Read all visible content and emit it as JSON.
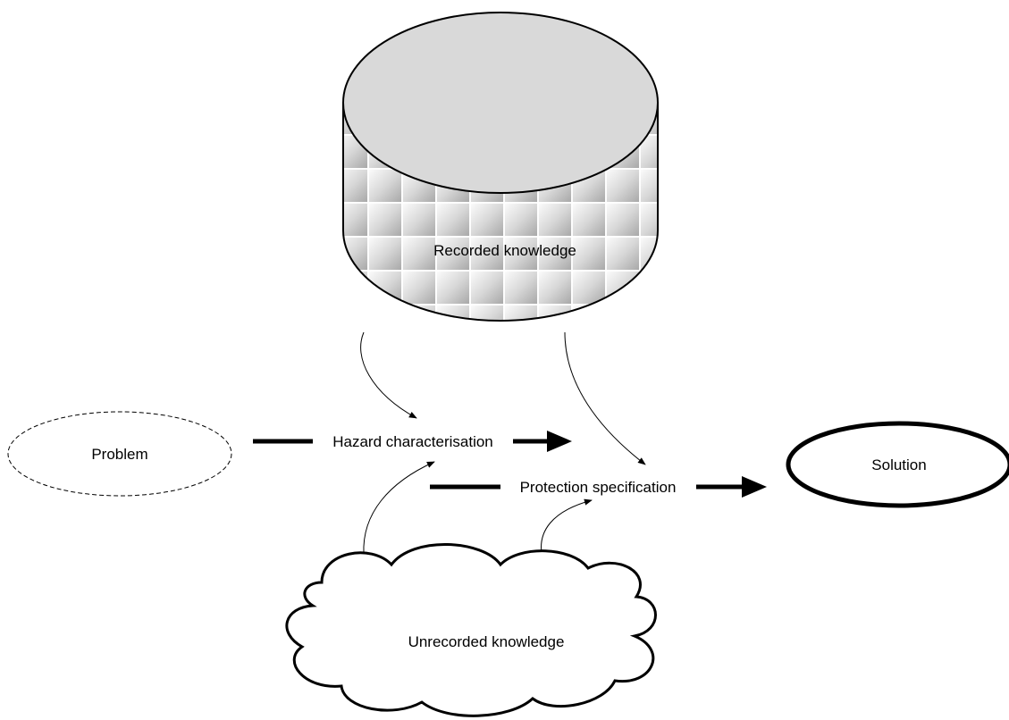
{
  "nodes": {
    "recorded_knowledge": "Recorded knowledge",
    "problem": "Problem",
    "solution": "Solution",
    "unrecorded_knowledge": "Unrecorded knowledge"
  },
  "processes": {
    "hazard_characterisation": "Hazard characterisation",
    "protection_specification": "Protection specification"
  },
  "colors": {
    "line": "#000000",
    "cylinder_top": "#d9d9d9",
    "tile_light": "#ffffff",
    "tile_dark": "#b8b8b8",
    "background": "#ffffff"
  }
}
